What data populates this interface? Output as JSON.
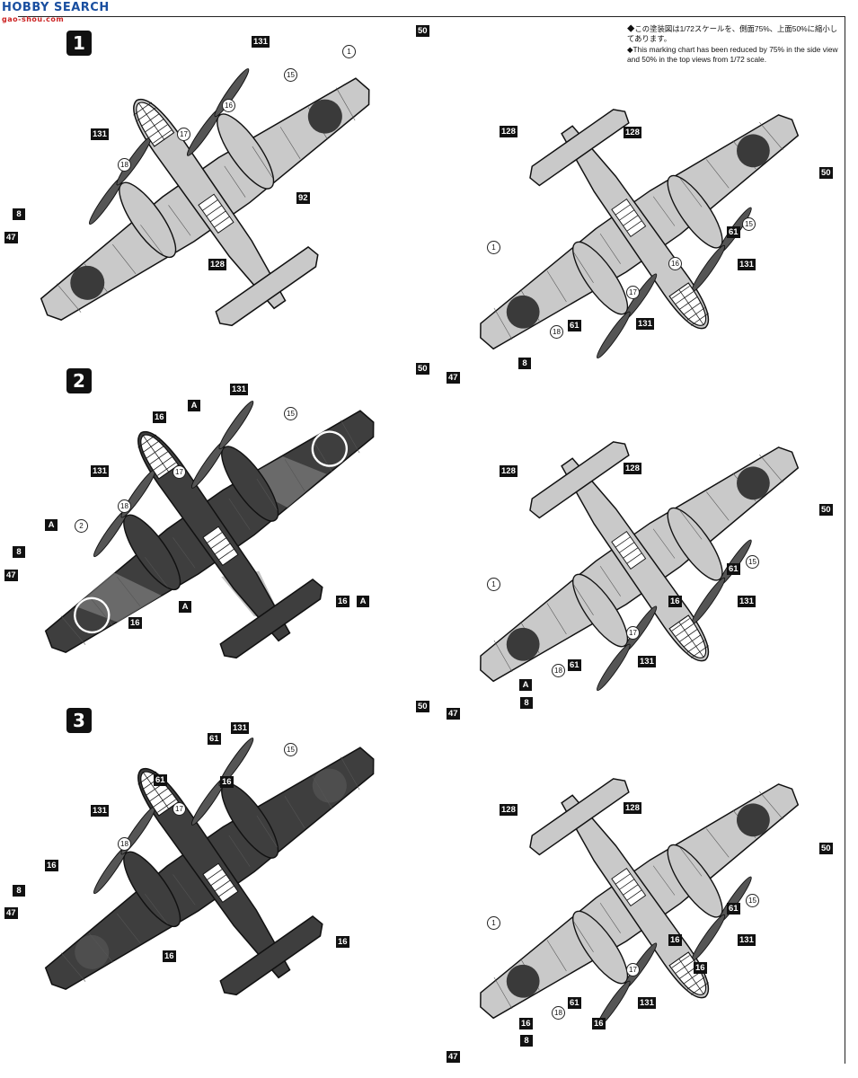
{
  "watermark": {
    "text": "HOBBY SEARCH",
    "site": "gao-shou.com"
  },
  "note": {
    "jp": "◆この塗装図は1/72スケールを、側面75%、上面50%に縮小してあります。",
    "en": "◆This marking chart has been reduced by 75% in the side view and 50% in the top views from 1/72 scale."
  },
  "schemes": [
    {
      "num": "1",
      "top": {
        "roundel": "1",
        "callouts": [
          "131",
          "15",
          "16",
          "17",
          "131",
          "18",
          "92",
          "128",
          "8",
          "47",
          "50",
          "1"
        ]
      },
      "bottom": {
        "roundel": "1",
        "callouts": [
          "128",
          "128",
          "50",
          "15",
          "61",
          "131",
          "16",
          "17",
          "61",
          "18",
          "131",
          "8",
          "47",
          "1"
        ]
      }
    },
    {
      "num": "2",
      "top": {
        "roundel": "2",
        "callouts": [
          "16",
          "A",
          "131",
          "15",
          "50",
          "131",
          "17",
          "18",
          "2",
          "A",
          "8",
          "47",
          "A",
          "16",
          "16",
          "A"
        ]
      },
      "bottom": {
        "roundel": "1",
        "callouts": [
          "128",
          "128",
          "50",
          "61",
          "15",
          "131",
          "16",
          "17",
          "61",
          "131",
          "18",
          "A",
          "8",
          "47",
          "1"
        ]
      }
    },
    {
      "num": "3",
      "top": {
        "roundel": "1",
        "callouts": [
          "61",
          "131",
          "15",
          "50",
          "61",
          "16",
          "131",
          "17",
          "18",
          "16",
          "8",
          "47",
          "16",
          "16"
        ]
      },
      "bottom": {
        "roundel": "1",
        "callouts": [
          "128",
          "128",
          "50",
          "15",
          "61",
          "131",
          "16",
          "16",
          "17",
          "61",
          "131",
          "18",
          "16",
          "16",
          "8",
          "47",
          "1"
        ]
      }
    }
  ],
  "colors": {
    "light": "#c9c9c9",
    "dark": "#3e3e3e",
    "mid": "#7a7a7a",
    "roundel": "#3a3a3a",
    "camoLight": "#8e8e8e"
  }
}
